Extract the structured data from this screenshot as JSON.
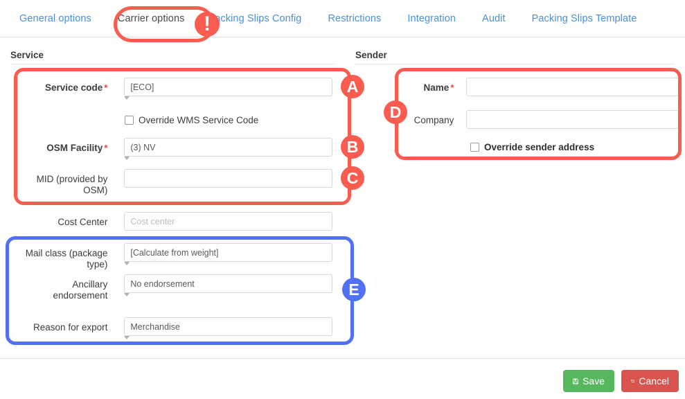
{
  "tabs": [
    {
      "label": "General options",
      "active": false
    },
    {
      "label": "Carrier options",
      "active": true
    },
    {
      "label": "Packing Slips Config",
      "active": false
    },
    {
      "label": "Restrictions",
      "active": false
    },
    {
      "label": "Integration",
      "active": false
    },
    {
      "label": "Audit",
      "active": false
    },
    {
      "label": "Packing Slips Template",
      "active": false
    }
  ],
  "sections": {
    "service": {
      "title": "Service"
    },
    "sender": {
      "title": "Sender"
    }
  },
  "service_form": {
    "service_code": {
      "label": "Service code",
      "required_mark": "*",
      "value": "[ECO]",
      "type": "select"
    },
    "override_wms": {
      "label": "Override WMS Service Code",
      "checked": false
    },
    "osm_facility": {
      "label": "OSM Facility",
      "required_mark": "*",
      "value": "(3) NV",
      "type": "select"
    },
    "mid": {
      "label_line1": "MID (provided by",
      "label_line2": "OSM)",
      "value": "",
      "type": "text"
    },
    "cost_center": {
      "label": "Cost Center",
      "value": "",
      "placeholder": "Cost center",
      "type": "text"
    },
    "mail_class": {
      "label": "Mail class (package type)",
      "value": "[Calculate from weight]",
      "type": "select"
    },
    "ancillary": {
      "label_line1": "Ancillary",
      "label_line2": "endorsement",
      "value": "No endorsement",
      "type": "select"
    },
    "reason_export": {
      "label": "Reason for export",
      "value": "Merchandise",
      "type": "select"
    }
  },
  "sender_form": {
    "name": {
      "label": "Name",
      "required_mark": "*",
      "value": "",
      "type": "text"
    },
    "company": {
      "label": "Company",
      "value": "",
      "type": "text"
    },
    "override_sender": {
      "label": "Override sender address",
      "checked": false
    }
  },
  "annotations": {
    "exclamation": {
      "glyph": "!",
      "color": "#fa5c4f"
    },
    "a": {
      "glyph": "A",
      "color": "#fa5c4f"
    },
    "b": {
      "glyph": "B",
      "color": "#fa5c4f"
    },
    "c": {
      "glyph": "C",
      "color": "#fa5c4f"
    },
    "d": {
      "glyph": "D",
      "color": "#fa5c4f"
    },
    "e": {
      "glyph": "E",
      "color": "#5271f2"
    }
  },
  "footer": {
    "save": {
      "label": "Save",
      "icon": "save-floppy-icon",
      "color": "#57b75f"
    },
    "cancel": {
      "label": "Cancel",
      "icon": "undo-arrow-icon",
      "color": "#d9534f"
    }
  }
}
